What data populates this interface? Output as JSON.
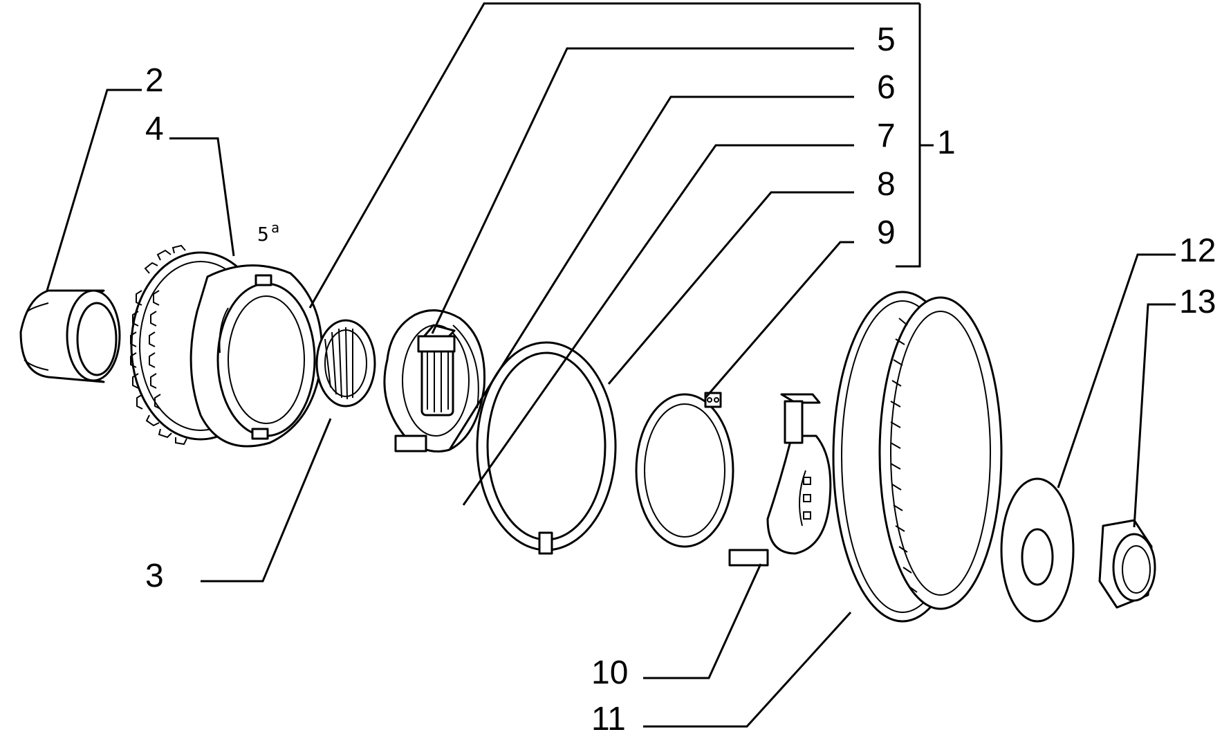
{
  "callouts": {
    "c1": "1",
    "c2": "2",
    "c3": "3",
    "c4": "4",
    "c5": "5",
    "c6": "6",
    "c7": "7",
    "c8": "8",
    "c9": "9",
    "c10": "10",
    "c11": "11",
    "c12": "12",
    "c13": "13"
  },
  "gear_marking": {
    "base": "5",
    "superscript": "a"
  },
  "colors": {
    "line": "#000000",
    "background": "#ffffff"
  }
}
